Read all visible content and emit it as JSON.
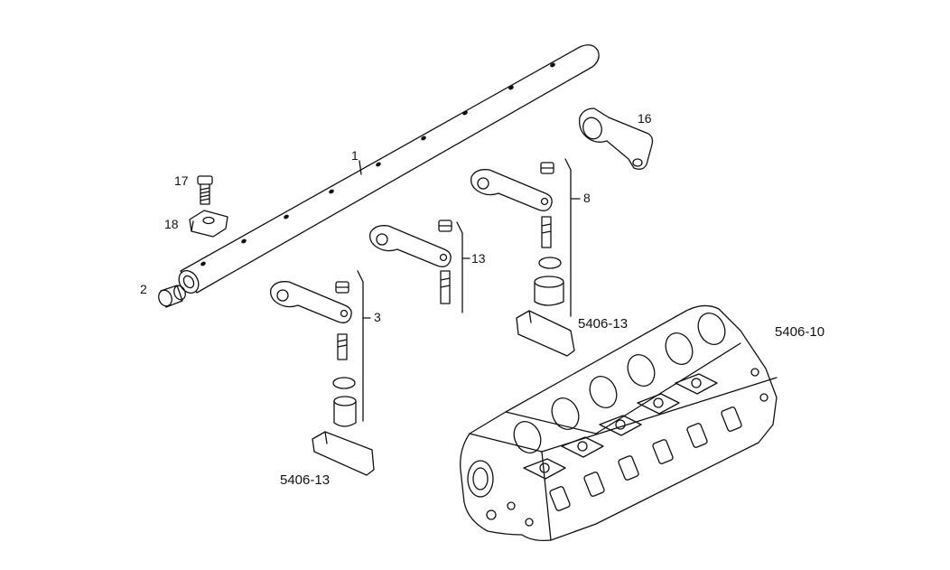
{
  "diagram": {
    "callouts": [
      {
        "id": "shaft",
        "text": "1"
      },
      {
        "id": "plug",
        "text": "2"
      },
      {
        "id": "arm-group-a",
        "text": "3"
      },
      {
        "id": "arm-group-b",
        "text": "8"
      },
      {
        "id": "arm-group-c",
        "text": "13"
      },
      {
        "id": "bracket",
        "text": "16"
      },
      {
        "id": "screw",
        "text": "17"
      },
      {
        "id": "clamp",
        "text": "18"
      }
    ],
    "references": [
      {
        "id": "ref-lower",
        "text": "5406-13"
      },
      {
        "id": "ref-middle",
        "text": "5406-13"
      },
      {
        "id": "ref-head",
        "text": "5406-10"
      }
    ],
    "colors": {
      "line": "#111111",
      "paper": "#ffffff",
      "shade": "#dcdcdc"
    }
  }
}
